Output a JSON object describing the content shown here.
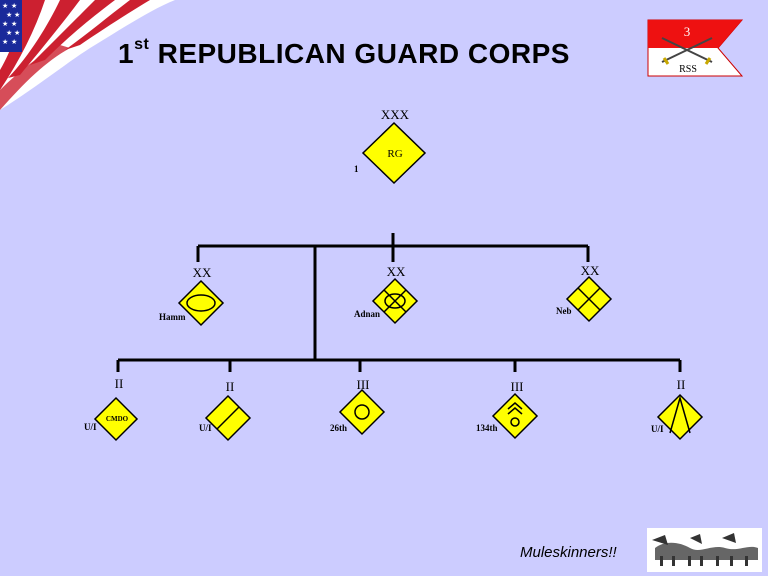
{
  "title": {
    "number": "1",
    "suffix": "st",
    "text": "REPUBLICAN GUARD CORPS"
  },
  "guidon": {
    "number": "3",
    "label": "RSS"
  },
  "footer": {
    "motto": "Muleskinners!!"
  },
  "corps": {
    "echelon": "XXX",
    "symbol_text": "RG",
    "designation": "1"
  },
  "divisions": [
    {
      "echelon": "XX",
      "designation": "Hamm",
      "symbol": "armor-oval"
    },
    {
      "echelon": "XX",
      "designation": "Adnan",
      "symbol": "mech-infantry"
    },
    {
      "echelon": "XX",
      "designation": "Neb",
      "symbol": "infantry-x"
    }
  ],
  "units": [
    {
      "echelon": "II",
      "designation": "U/I",
      "symbol_text": "CMDO",
      "symbol": "commando"
    },
    {
      "echelon": "II",
      "designation": "U/I",
      "symbol": "diagonal-line"
    },
    {
      "echelon": "III",
      "designation": "26th",
      "symbol": "circle"
    },
    {
      "echelon": "III",
      "designation": "134th",
      "symbol": "chevrons"
    },
    {
      "echelon": "II",
      "designation": "U/I",
      "symbol": "caret"
    }
  ],
  "colors": {
    "background": "#ccccff",
    "symbol_fill": "#ffff00",
    "line": "#000000"
  }
}
